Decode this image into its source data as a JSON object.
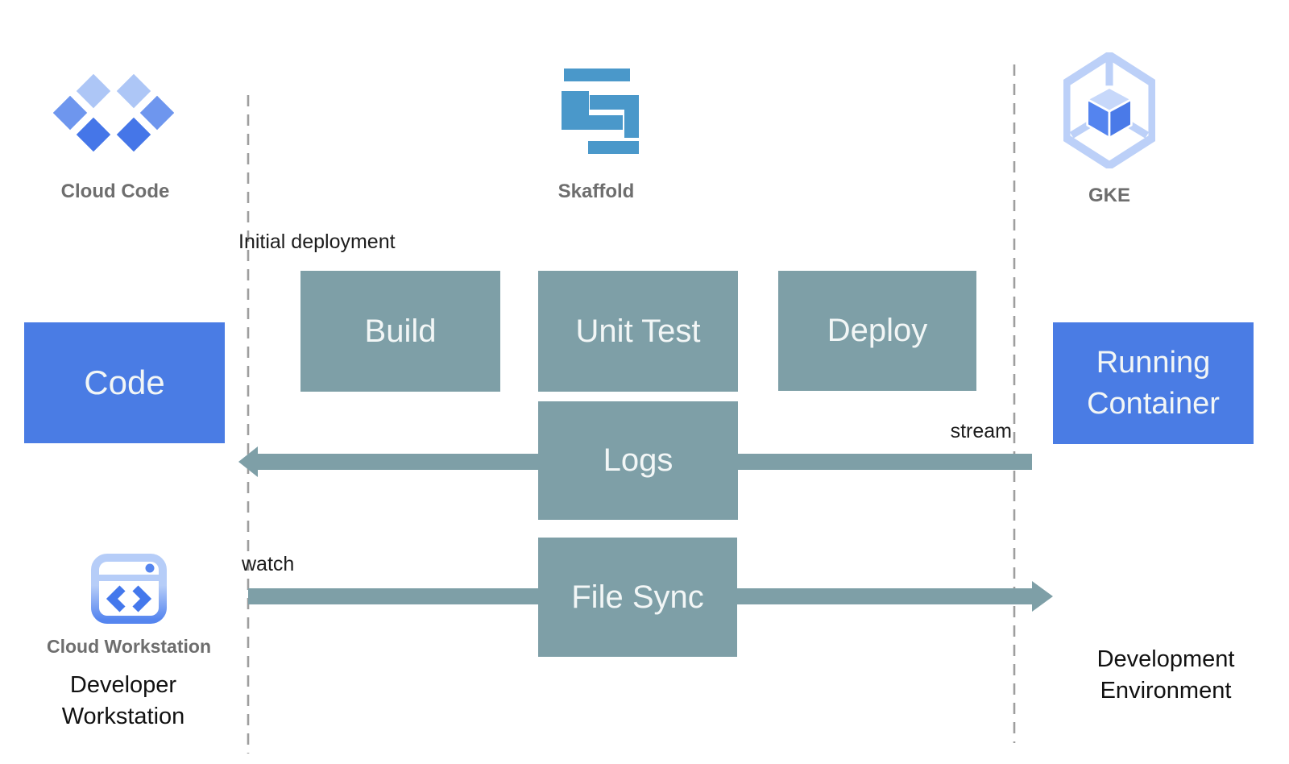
{
  "tools": {
    "cloud_code": {
      "icon": "cloud-code-icon",
      "label": "Cloud Code"
    },
    "skaffold": {
      "icon": "skaffold-icon",
      "label": "Skaffold"
    },
    "gke": {
      "icon": "gke-icon",
      "label": "GKE"
    }
  },
  "nodes": {
    "code": "Code",
    "build": "Build",
    "unit_test": "Unit Test",
    "deploy": "Deploy",
    "logs": "Logs",
    "file_sync": "File Sync",
    "running_container": "Running Container"
  },
  "annotations": {
    "initial_deployment": "Initial deployment",
    "stream": "stream",
    "watch": "watch"
  },
  "footer": {
    "workstation_icon": "cloud-workstation-icon",
    "workstation_icon_label": "Cloud Workstation",
    "left_environment": "Developer Workstation",
    "right_environment": "Development Environment"
  },
  "colors": {
    "process_box_teal": "#7e9fa7",
    "artifact_box_blue": "#4a7ce4",
    "arrow_teal": "#7e9fa7",
    "skaffold_brand_blue": "#4a98ca",
    "cloud_blue_dark": "#4576e8",
    "cloud_blue_mid": "#6e96ee",
    "cloud_blue_light": "#adc6f6",
    "dashed_line_gray": "#9e9e9e",
    "box_text": "#f2f6f6",
    "tool_label_gray": "#6e6e6e",
    "annotation_black": "#1c1c1c"
  }
}
